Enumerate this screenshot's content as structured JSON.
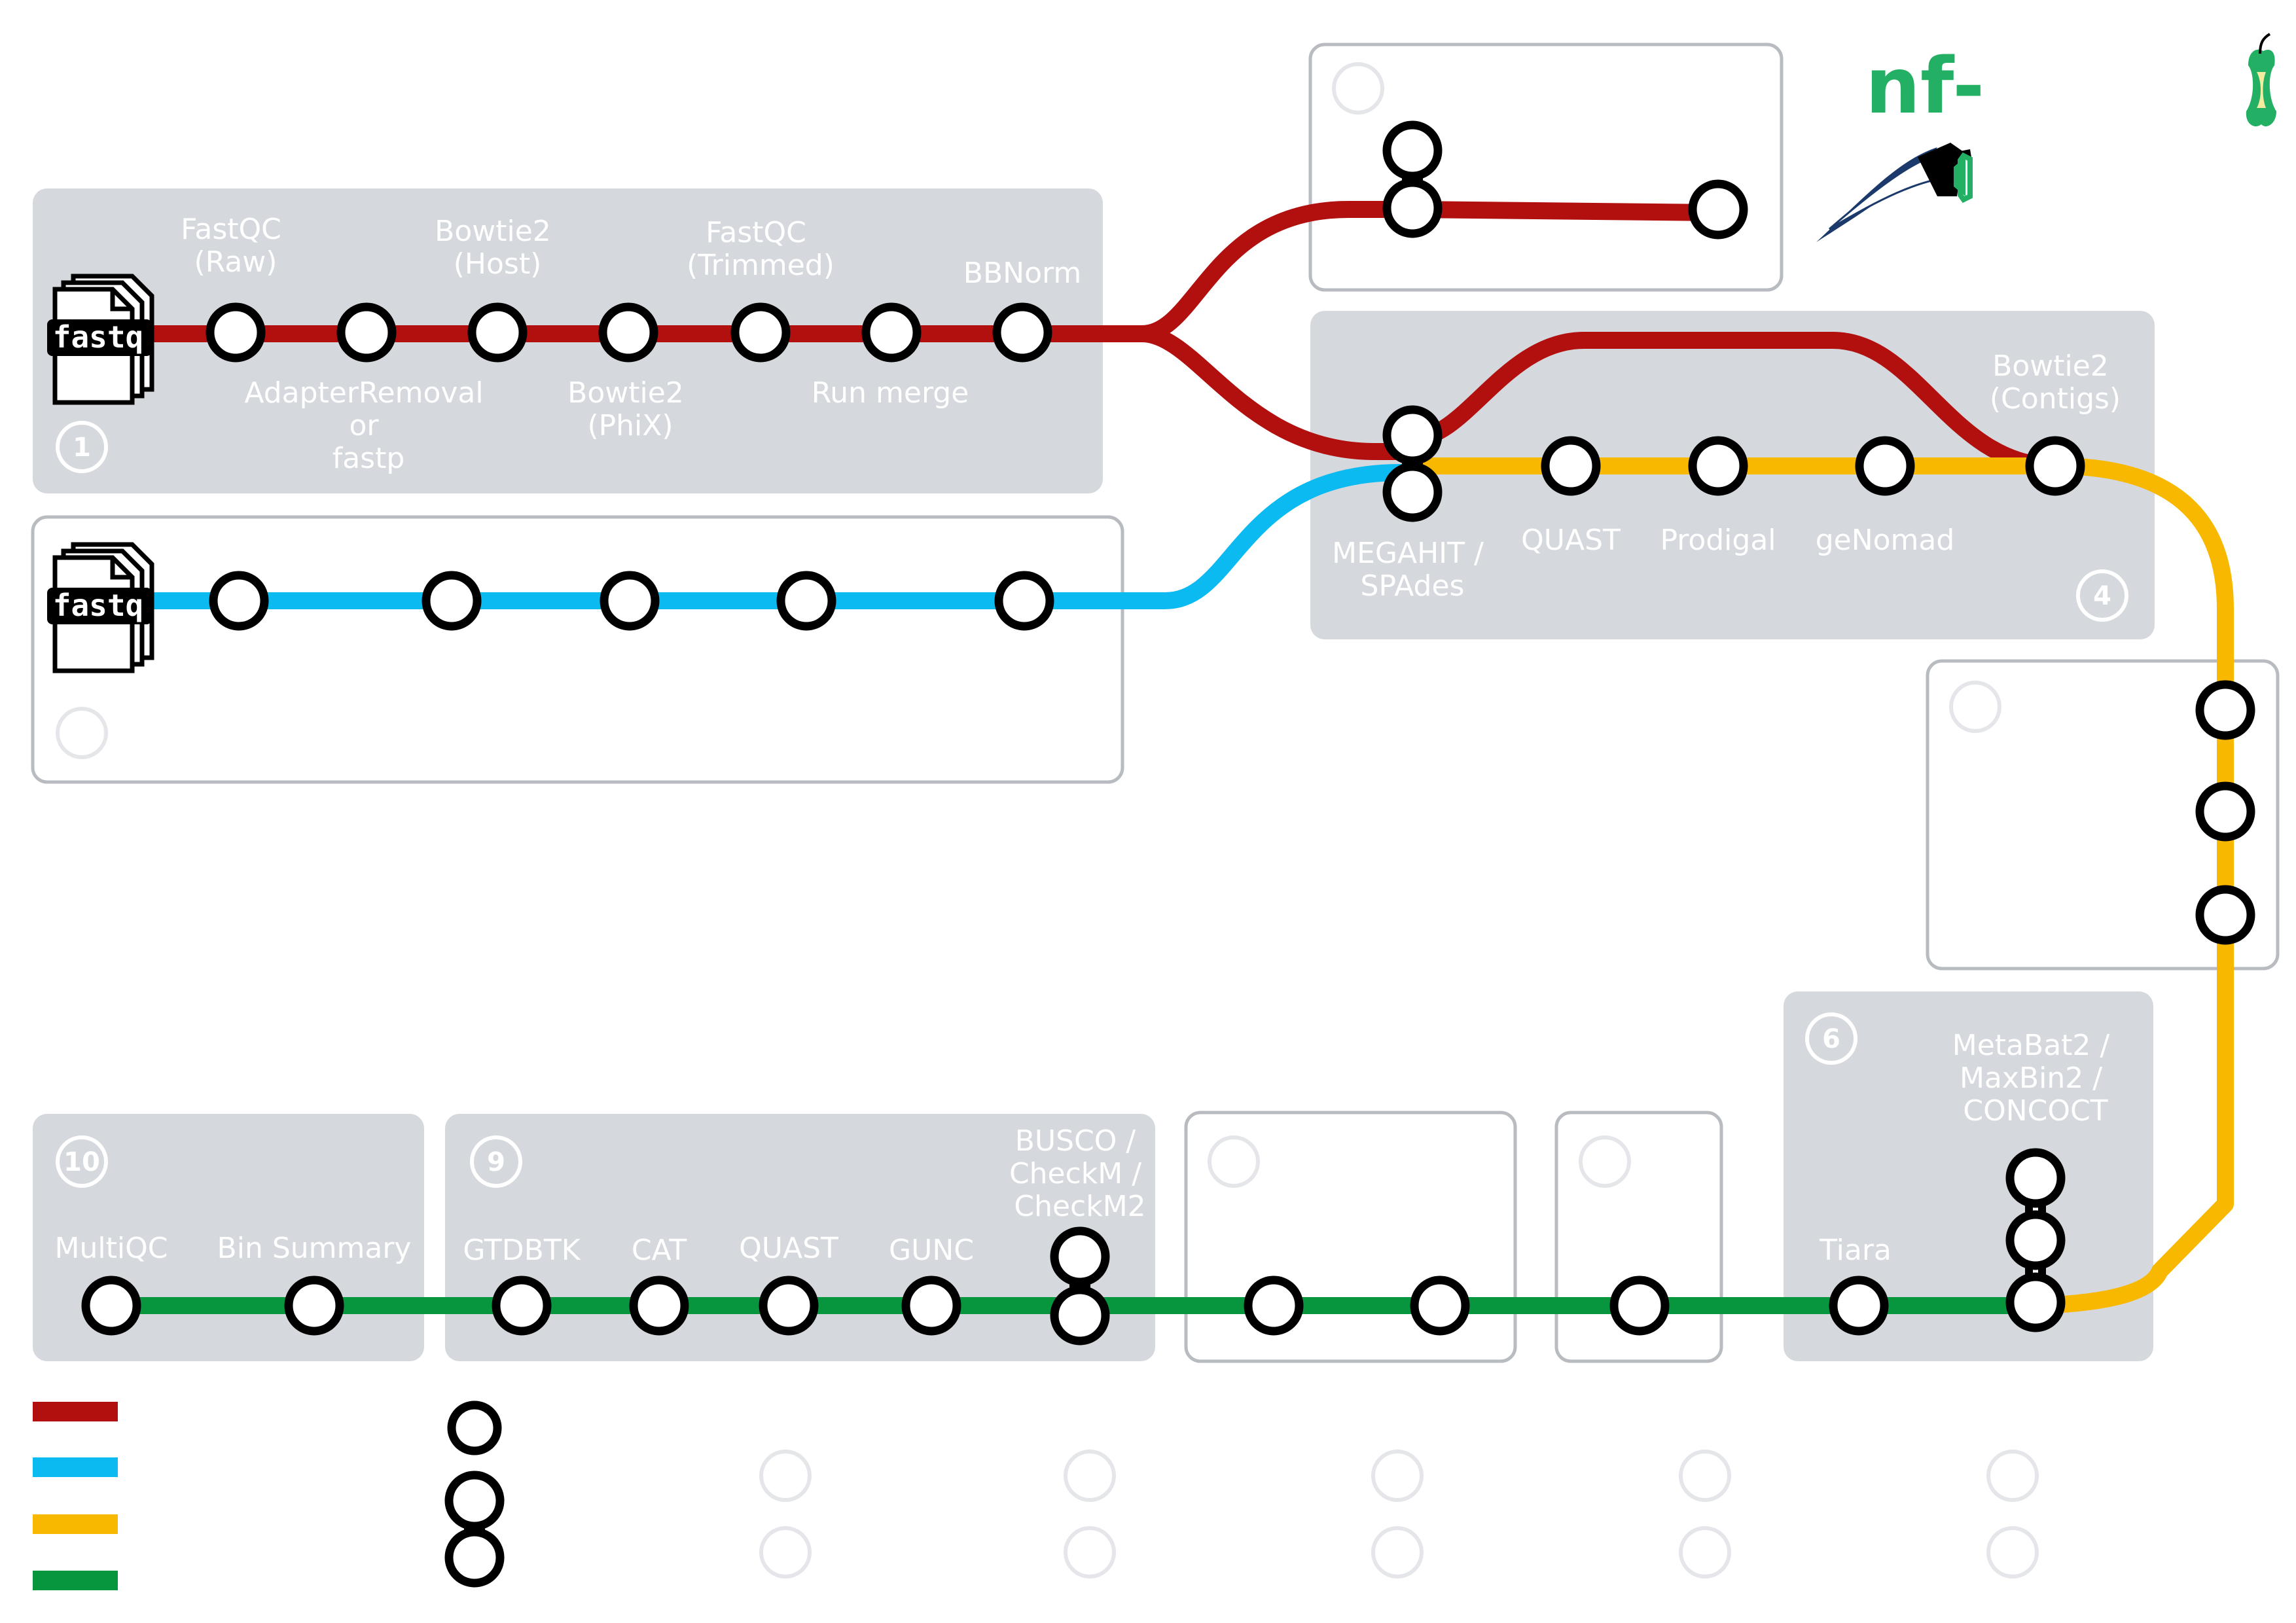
{
  "logo": {
    "text": "nf-",
    "color": "#24B064"
  },
  "colors": {
    "short_reads": "#B2100F",
    "long_reads": "#0ABAF0",
    "assembly": "#F9B800",
    "binning": "#07963E",
    "section_fill": "#D5D8DD",
    "section_outline": "#B8BBC0",
    "station_fill": "#FFFFFF",
    "station_stroke": "#000000"
  },
  "inputs": [
    {
      "id": "fastq-short",
      "label": "fastq",
      "icon": "fastq-files-icon"
    },
    {
      "id": "fastq-long",
      "label": "fastq",
      "icon": "fastq-files-icon"
    }
  ],
  "sections": [
    {
      "id": "s1",
      "badge": "1",
      "style": "filled"
    },
    {
      "id": "s2",
      "badge": "",
      "style": "outline"
    },
    {
      "id": "s3",
      "badge": "",
      "style": "outline"
    },
    {
      "id": "s4",
      "badge": "4",
      "style": "filled"
    },
    {
      "id": "s5",
      "badge": "",
      "style": "outline"
    },
    {
      "id": "s6",
      "badge": "6",
      "style": "filled"
    },
    {
      "id": "s7",
      "badge": "",
      "style": "outline"
    },
    {
      "id": "s8",
      "badge": "",
      "style": "outline"
    },
    {
      "id": "s9",
      "badge": "9",
      "style": "filled"
    },
    {
      "id": "s10",
      "badge": "10",
      "style": "filled"
    }
  ],
  "labels": {
    "fastqc_raw": [
      "FastQC",
      "(Raw)"
    ],
    "bowtie2_host": [
      "Bowtie2",
      "(Host)"
    ],
    "fastqc_trimmed": [
      "FastQC",
      "(Trimmed)"
    ],
    "bbnorm": [
      "BBNorm"
    ],
    "adapterremoval": [
      "AdapterRemoval",
      "or",
      "fastp"
    ],
    "bowtie2_phix": [
      "Bowtie2",
      "(PhiX)"
    ],
    "run_merge": [
      "Run merge"
    ],
    "bowtie2_contigs": [
      "Bowtie2",
      "(Contigs)"
    ],
    "megahit_spades": [
      "MEGAHIT /",
      "SPAdes"
    ],
    "quast_assembly": [
      "QUAST"
    ],
    "prodigal": [
      "Prodigal"
    ],
    "genomad": [
      "geNomad"
    ],
    "metabat": [
      "MetaBat2 /",
      "MaxBin2 /",
      "CONCOCT"
    ],
    "tiara": [
      "Tiara"
    ],
    "busco": [
      "BUSCO /",
      "CheckM /",
      "CheckM2"
    ],
    "multiqc": [
      "MultiQC"
    ],
    "bin_summary": [
      "Bin Summary"
    ],
    "gtdbtk": [
      "GTDBTK"
    ],
    "cat": [
      "CAT"
    ],
    "quast_bins": [
      "QUAST"
    ],
    "gunc": [
      "GUNC"
    ]
  },
  "legend": {
    "lines": [
      {
        "id": "short",
        "color": "#B2100F"
      },
      {
        "id": "long",
        "color": "#0ABAF0"
      },
      {
        "id": "assembly",
        "color": "#F9B800"
      },
      {
        "id": "binning",
        "color": "#07963E"
      }
    ]
  }
}
